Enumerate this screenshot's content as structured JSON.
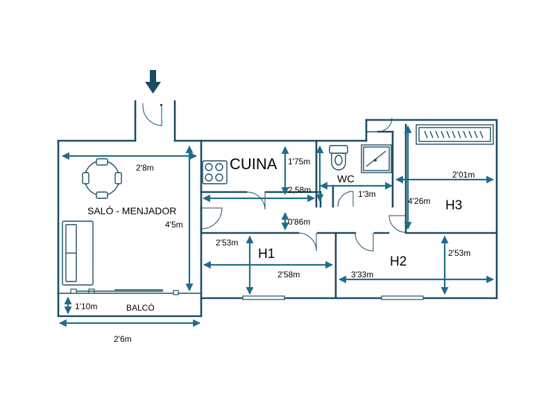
{
  "rooms": {
    "cuina": "CUINA",
    "wc": "WC",
    "h3": "H3",
    "salo": "SALÓ - MENJADOR",
    "h1": "H1",
    "h2": "H2",
    "balco": "BALCÓ"
  },
  "dimensions": {
    "salo_width": "2'8m",
    "salo_height": "4'5m",
    "cuina_height": "1'75m",
    "cuina_width": "2,58m",
    "wc_width": "1'3m",
    "h3_width": "2'01m",
    "h3_height": "4'26m",
    "corridor_height": "0'86m",
    "h1_height": "2'53m",
    "h1_width": "2'58m",
    "h2_width": "3'33m",
    "h2_height": "2'53m",
    "balco_height": "1'10m",
    "balco_width": "2'6m"
  },
  "colors": {
    "wall": "#1b4a63",
    "dimension": "#1f6b8c",
    "entry_arrow": "#1b4a63"
  },
  "icons": {
    "entry": "down-arrow-icon"
  }
}
